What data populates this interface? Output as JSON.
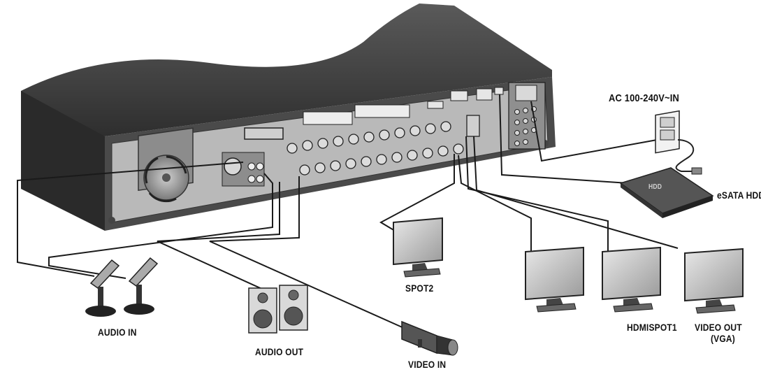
{
  "diagram": {
    "labels": {
      "ac_in": "AC 100-240V~IN",
      "esata_hdd": "eSATA HDD",
      "spot2": "SPOT2",
      "hdmi_spot1": "HDMISPOT1",
      "video_out": "VIDEO OUT",
      "vga": "(VGA)",
      "audio_in": "AUDIO IN",
      "audio_out": "AUDIO OUT",
      "video_in": "VIDEO IN",
      "hdd_case_mark": "HDD"
    },
    "colors": {
      "dark_body": "#3a3a3a",
      "mid_panel": "#6b6b6b",
      "light_panel": "#bdbdbd",
      "line": "#1a1a1a"
    }
  }
}
